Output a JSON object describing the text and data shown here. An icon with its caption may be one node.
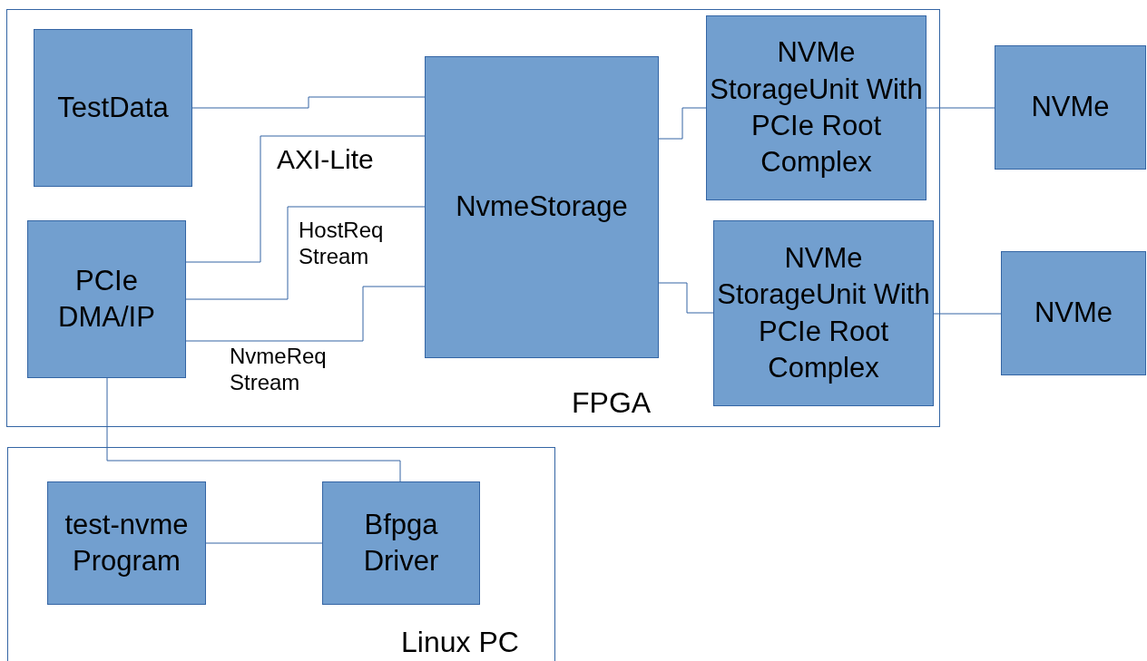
{
  "diagram": {
    "nodes": [
      {
        "text": [
          "FPGA"
        ]
      },
      {
        "text": [
          "TestData"
        ],
        "in": 0
      },
      {
        "text": [
          "NvmeStorage"
        ],
        "in": 0
      },
      {
        "text": [
          "NVMe StorageUnit With PCIe Root Complex"
        ],
        "in": 0
      },
      {
        "text": [
          "PCIe DMA/IP"
        ],
        "in": 0
      },
      {
        "text": [
          "NVMe StorageUnit With PCIe Root Complex"
        ],
        "in": 0
      },
      {
        "text": [
          "NVMe"
        ]
      },
      {
        "text": [
          "NVMe"
        ]
      },
      {
        "text": [
          "Linux PC"
        ]
      },
      {
        "text": [
          "test-nvme Program"
        ],
        "in": 8
      },
      {
        "text": [
          "Bfpga Driver"
        ],
        "in": 8
      }
    ],
    "edges": [
      {
        "from": 1,
        "to": 2,
        "arrow": "none"
      },
      {
        "from": 4,
        "to": 2,
        "arrow": "none",
        "label": "AXI-Lite"
      },
      {
        "from": 4,
        "to": 2,
        "arrow": "none",
        "label": "HostReq Stream"
      },
      {
        "from": 4,
        "to": 2,
        "arrow": "none",
        "label": "NvmeReq Stream"
      },
      {
        "from": 2,
        "to": 3,
        "arrow": "none"
      },
      {
        "from": 2,
        "to": 5,
        "arrow": "none"
      },
      {
        "from": 3,
        "to": 6,
        "arrow": "none"
      },
      {
        "from": 5,
        "to": 7,
        "arrow": "none"
      },
      {
        "from": 4,
        "to": 10,
        "arrow": "none"
      },
      {
        "from": 9,
        "to": 10,
        "arrow": "none"
      }
    ]
  }
}
